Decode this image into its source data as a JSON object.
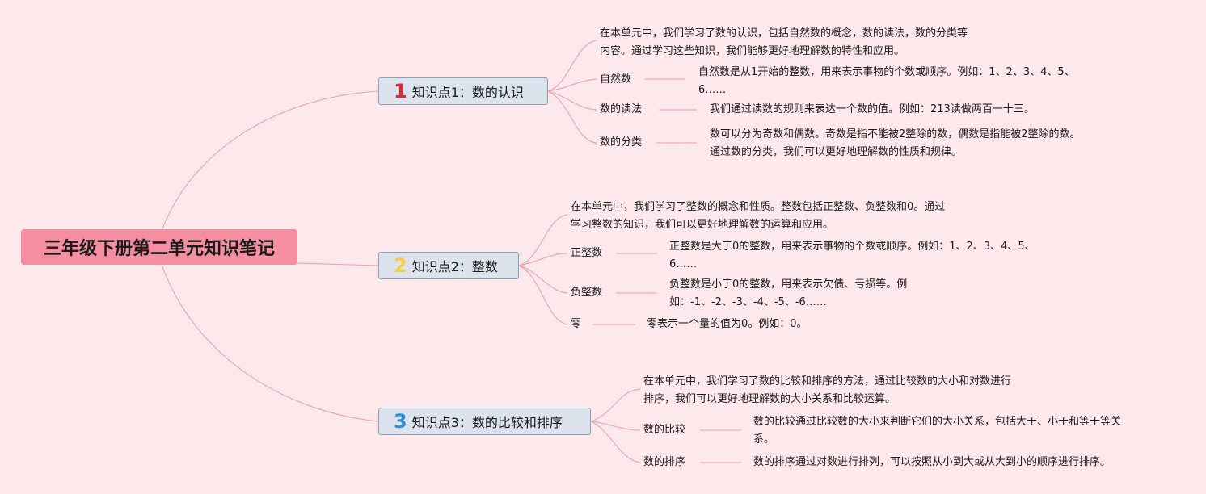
{
  "root": {
    "title": "三年级下册第二单元知识笔记"
  },
  "topics": [
    {
      "badge": "1",
      "badge_color": "#d92b3a",
      "label": "知识点1：数的认识",
      "summary": [
        "在本单元中，我们学习了数的认识，包括自然数的概念，数的读法，数的分类等",
        "内容。通过学习这些知识，我们能够更好地理解数的特性和应用。"
      ],
      "children": [
        {
          "label": "自然数",
          "detail": [
            "自然数是从1开始的整数，用来表示事物的个数或顺序。例如：1、2、3、4、5、",
            "6……"
          ]
        },
        {
          "label": "数的读法",
          "detail": [
            "我们通过读数的规则来表达一个数的值。例如：213读做两百一十三。"
          ]
        },
        {
          "label": "数的分类",
          "detail": [
            "数可以分为奇数和偶数。奇数是指不能被2整除的数，偶数是指能被2整除的数。",
            "通过数的分类，我们可以更好地理解数的性质和规律。"
          ]
        }
      ]
    },
    {
      "badge": "2",
      "badge_color": "#f2cf45",
      "label": "知识点2：整数",
      "summary": [
        "在本单元中，我们学习了整数的概念和性质。整数包括正整数、负整数和0。通过",
        "学习整数的知识，我们可以更好地理解数的运算和应用。"
      ],
      "children": [
        {
          "label": "正整数",
          "detail": [
            "正整数是大于0的整数，用来表示事物的个数或顺序。例如：1、2、3、4、5、",
            "6……"
          ]
        },
        {
          "label": "负整数",
          "detail": [
            "负整数是小于0的整数，用来表示欠债、亏损等。例",
            "如：-1、-2、-3、-4、-5、-6……"
          ]
        },
        {
          "label": "零",
          "detail": [
            "零表示一个量的值为0。例如：0。"
          ]
        }
      ]
    },
    {
      "badge": "3",
      "badge_color": "#2f8fd6",
      "label": "知识点3：数的比较和排序",
      "summary": [
        "在本单元中，我们学习了数的比较和排序的方法，通过比较数的大小和对数进行",
        "排序，我们可以更好地理解数的大小关系和比较运算。"
      ],
      "children": [
        {
          "label": "数的比较",
          "detail": [
            "数的比较通过比较数的大小来判断它们的大小关系，包括大于、小于和等于等关",
            "系。"
          ]
        },
        {
          "label": "数的排序",
          "detail": [
            "数的排序通过对数进行排列，可以按照从小到大或从大到小的顺序进行排序。"
          ]
        }
      ]
    }
  ],
  "colors": {
    "background": "#fde8ec",
    "root_fill": "#f48ea0",
    "topic_fill": "#dce3ec",
    "connector": "#f29aab"
  }
}
